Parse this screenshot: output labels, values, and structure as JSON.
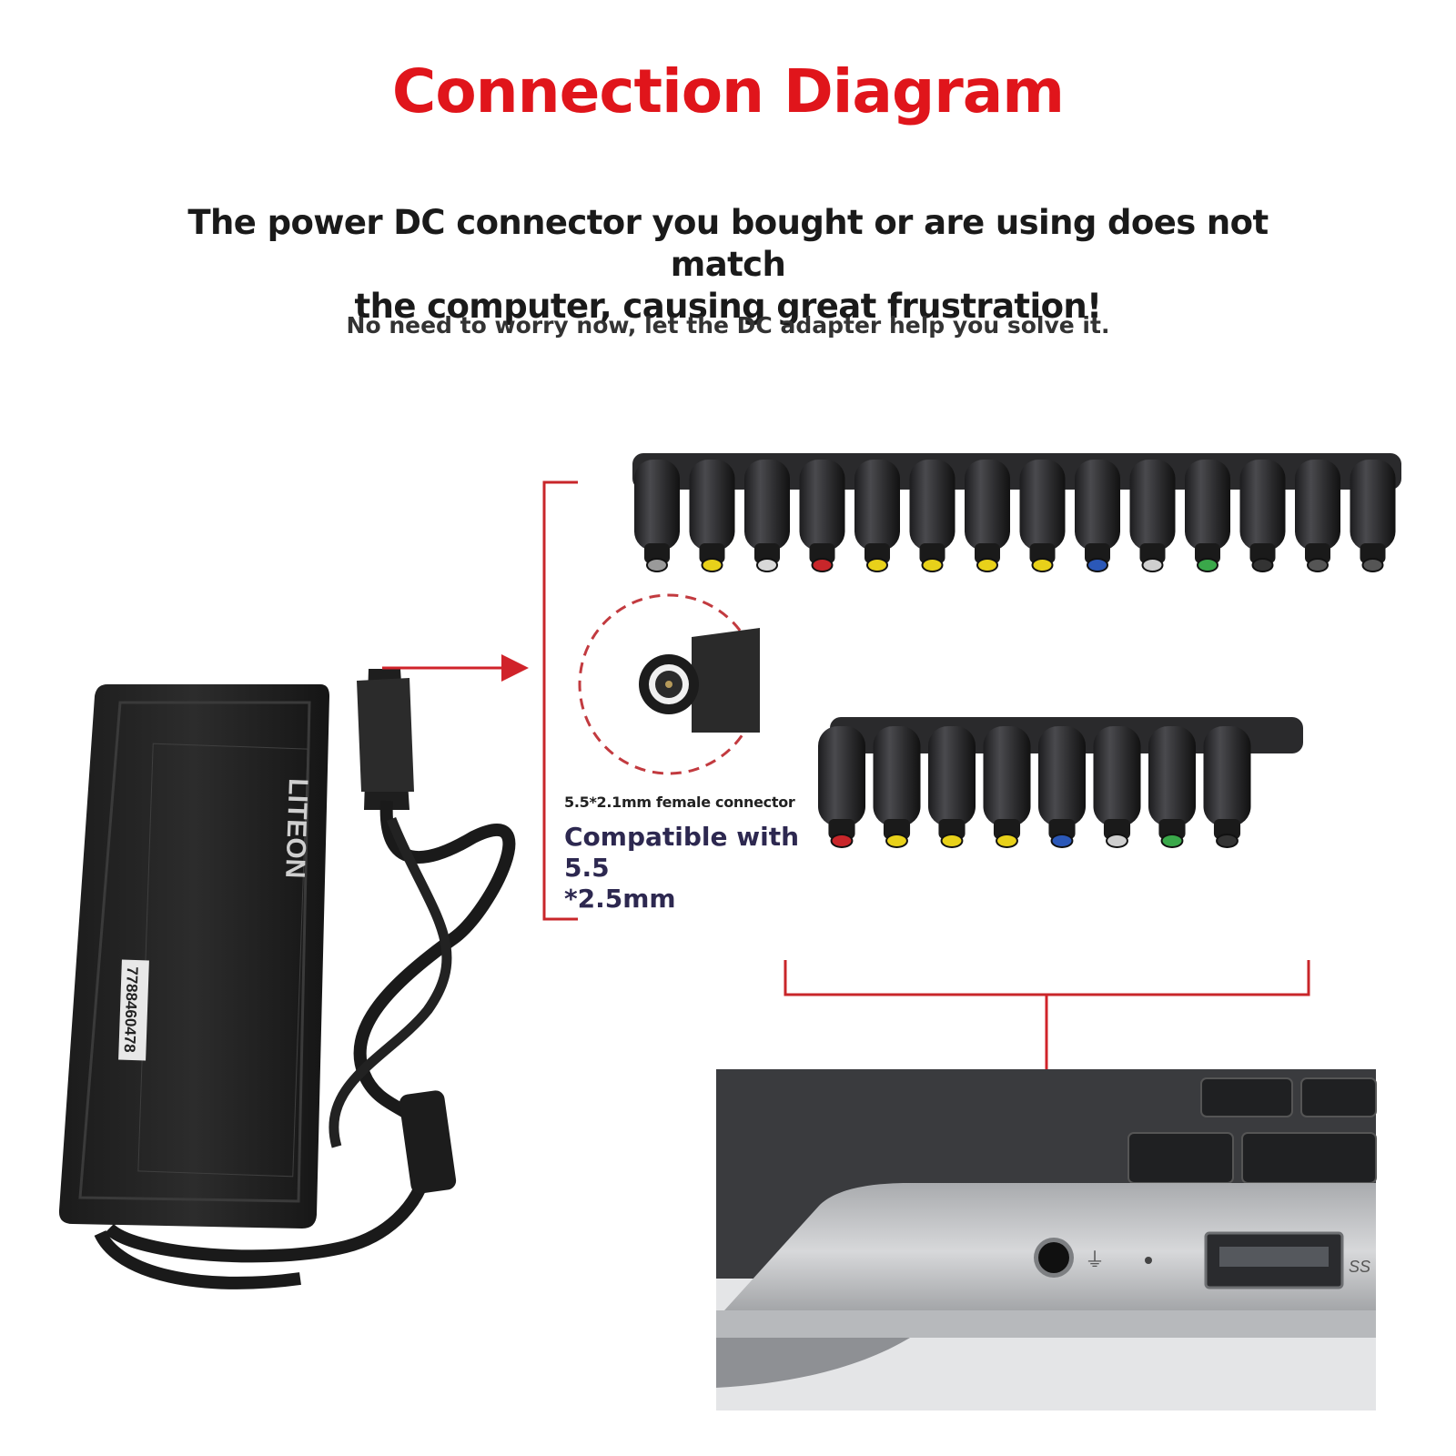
{
  "title": "Connection Diagram",
  "headline": {
    "line1": "The power DC connector you bought or are using does not match",
    "line2": "the computer, causing great frustration!"
  },
  "subline": "No need to worry now, let the DC adapter help you solve it.",
  "female_connector_label": "5.5*2.1mm female connector",
  "compatible_label": {
    "line1": "Compatible with 5.5",
    "line2": "*2.5mm"
  },
  "adapter_label": {
    "brand": "LITEON",
    "serial": "7788460478"
  },
  "laptop_port_label": "SS",
  "colors": {
    "title": "#e0151b",
    "arrow": "#d0232a",
    "tip_colors": [
      "#9a9a9a",
      "#e8d11a",
      "#d8d8d8",
      "#c8262a",
      "#e8d11a",
      "#e8d11a",
      "#e8d11a",
      "#e8d11a",
      "#2b58b8",
      "#cfcfcf",
      "#3aa84a",
      "#333333",
      "#555555",
      "#555555"
    ],
    "row2_tip_colors": [
      "#c8262a",
      "#e8d11a",
      "#e8d11a",
      "#e8d11a",
      "#2b58b8",
      "#cfcfcf",
      "#3aa84a",
      "#333333"
    ]
  }
}
